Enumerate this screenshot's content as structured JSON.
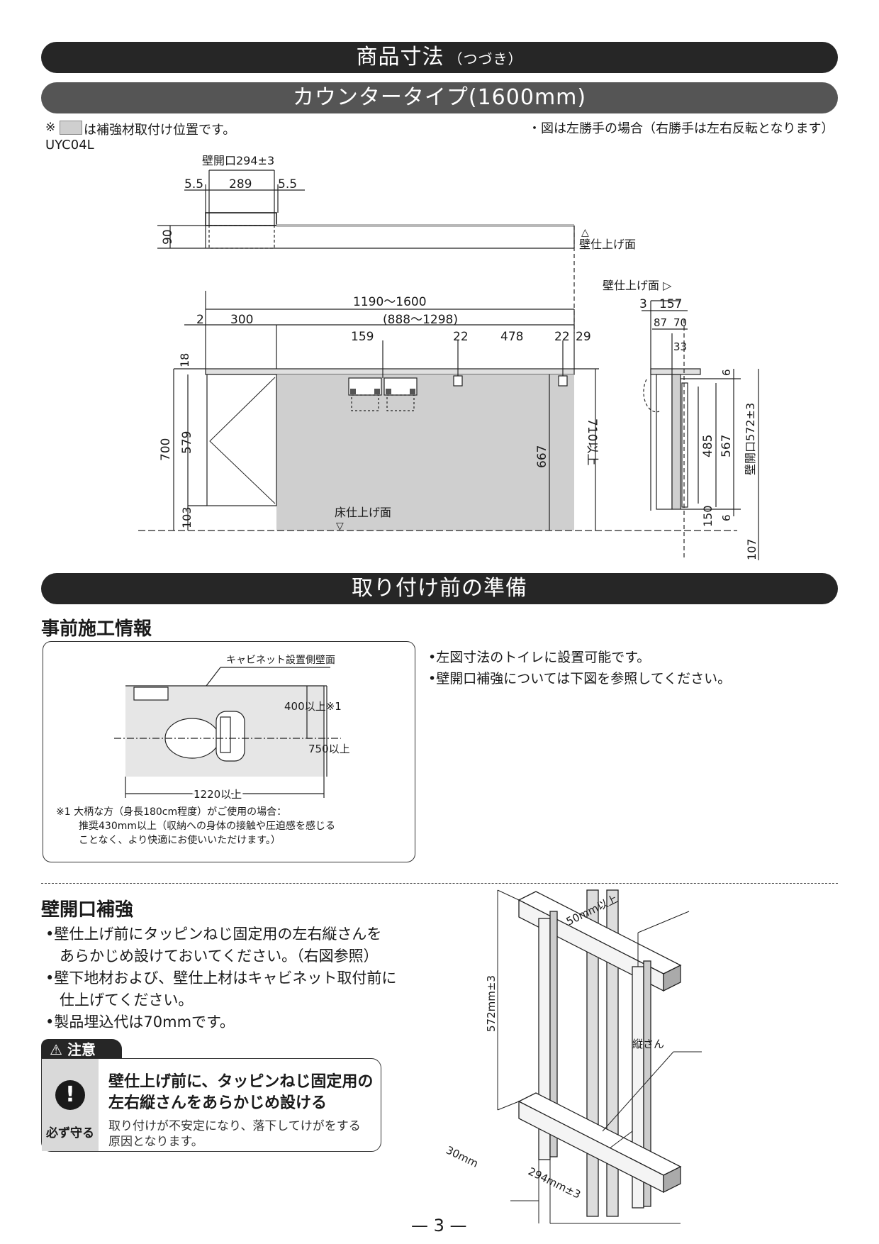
{
  "banners": {
    "product_dims": "商品寸法",
    "product_dims_sub": "（つづき）",
    "counter_type": "カウンタータイプ(1600mm)",
    "prep": "取り付け前の準備"
  },
  "notes": {
    "reinforce_pos": "は補強材取付け位置です。",
    "asterisk": "※",
    "model": "UYC04L",
    "left_hand": "・図は左勝手の場合（右勝手は左右反転となります）"
  },
  "top_view": {
    "wall_opening": "壁開口294±3",
    "d_5_5_left": "5.5",
    "d_289": "289",
    "d_5_5_right": "5.5",
    "d_90": "90",
    "wall_finish": "壁仕上げ面",
    "tri": "△"
  },
  "front_view": {
    "d_1190_1600": "1190〜1600",
    "d_2": "2",
    "d_300": "300",
    "d_888_1298": "(888〜1298)",
    "d_159": "159",
    "d_22a": "22",
    "d_478": "478",
    "d_22b": "22",
    "d_29": "29",
    "d_18": "18",
    "d_700": "700",
    "d_579": "579",
    "d_103": "103",
    "d_667": "667",
    "d_710": "710以上",
    "floor_finish": "床仕上げ面",
    "tri": "▽"
  },
  "side_view": {
    "wall_finish": "壁仕上げ面 ▷",
    "d_3": "3",
    "d_157": "157",
    "d_87": "87",
    "d_70": "70",
    "d_33": "33",
    "d_6a": "6",
    "d_485": "485",
    "d_567": "567",
    "d_wall_open": "壁開口572±3",
    "d_150": "150",
    "d_6b": "6",
    "d_107": "107"
  },
  "prep_info": {
    "heading": "事前施工情報",
    "cabinet_wall": "キャビネット設置側壁面",
    "d_400": "400以上※1",
    "d_750": "750以上",
    "d_1220": "1220以上",
    "note_l1": "※1 大柄な方（身長180cm程度）がご使用の場合：",
    "note_l2": "推奨430mm以上（収納への身体の接触や圧迫感を感じる",
    "note_l3": "ことなく、より快適にお使いいただけます。）",
    "bullet1": "•左図寸法のトイレに設置可能です。",
    "bullet2": "•壁開口補強については下図を参照してください。"
  },
  "reinforce": {
    "heading": "壁開口補強",
    "b1_l1": "•壁仕上げ前にタッピンねじ固定用の左右縦さんを",
    "b1_l2": "あらかじめ設けておいてください。（右図参照）",
    "b2_l1": "•壁下地材および、壁仕上材はキャビネット取付前に",
    "b2_l2": "仕上げてください。",
    "b3": "•製品埋込代は70mmです。",
    "d_50": "50mm以上",
    "d_572": "572mm±3",
    "tate": "縦さん",
    "d_30": "30mm",
    "d_294": "294mm±3"
  },
  "caution": {
    "tab": "注意",
    "tab_icon": "⚠",
    "title_l1": "壁仕上げ前に、タッピンねじ固定用の",
    "title_l2": "左右縦さんをあらかじめ設ける",
    "must": "必ず守る",
    "body_l1": "取り付けが不安定になり、落下してけがをする",
    "body_l2": "原因となります。",
    "icon": "!"
  },
  "page_number": "— 3 —"
}
